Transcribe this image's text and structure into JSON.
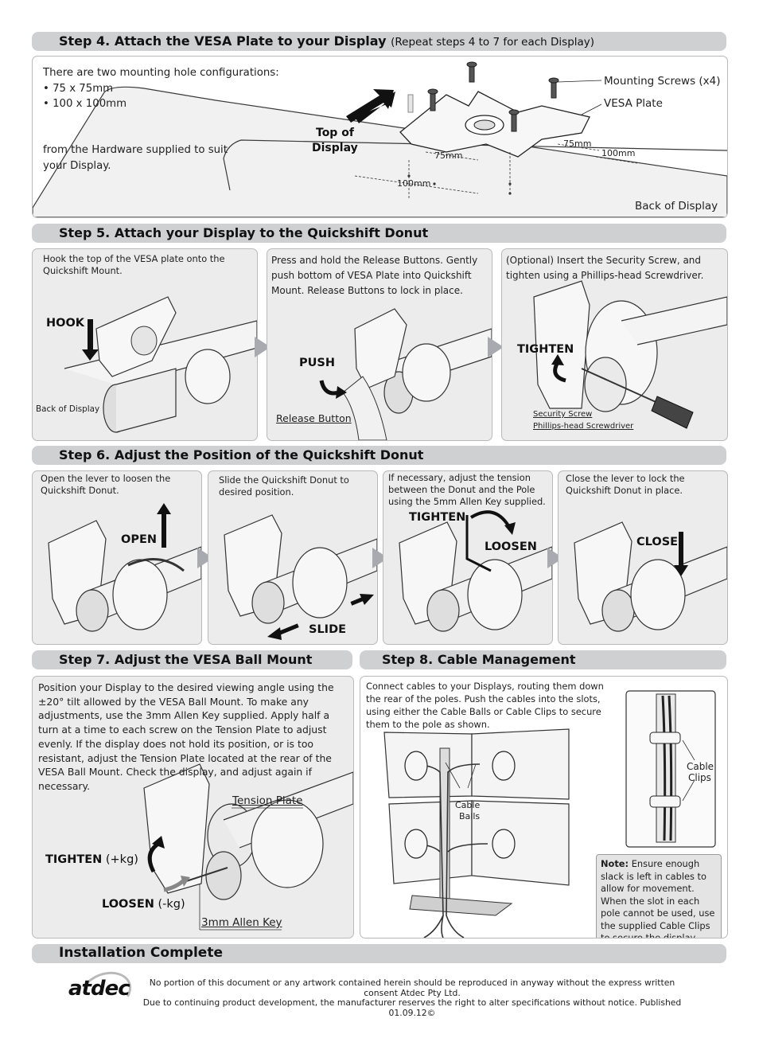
{
  "step4": {
    "title": "Step 4. Attach the VESA Plate to your Display",
    "subtitle": "(Repeat steps 4 to 7 for each Display)",
    "intro": "There are two mounting hole configurations:",
    "configs": [
      "• 75 x 75mm",
      "• 100 x 100mm"
    ],
    "hardware_line1": "from the Hardware supplied to suit",
    "hardware_line2": "your Display.",
    "top_of_display": "Top of",
    "top_of_display2": "Display",
    "mounting_screws": "Mounting Screws (x4)",
    "vesa_plate": "VESA Plate",
    "dim_75a": "75mm",
    "dim_75b": "75mm",
    "dim_100a": "100mm",
    "dim_100b": "100mm",
    "back_of_display": "Back of Display"
  },
  "step5": {
    "title": "Step 5. Attach your Display to the Quickshift Donut",
    "p1_text": "Hook the top of the VESA plate onto the Quickshift Mount.",
    "p1_action": "HOOK",
    "p1_caption": "Back of Display",
    "p2_text": "Press and hold the Release Buttons. Gently push bottom of VESA Plate into Quickshift Mount. Release Buttons to lock in place.",
    "p2_action": "PUSH",
    "p2_caption": "Release Button",
    "p3_text": "(Optional) Insert the Security Screw, and tighten using a Phillips-head Screwdriver.",
    "p3_action": "TIGHTEN",
    "p3_caption1": "Security Screw",
    "p3_caption2": "Phillips-head Screwdriver"
  },
  "step6": {
    "title": "Step 6. Adjust the Position of the Quickshift Donut",
    "p1_text": "Open the lever to loosen the Quickshift Donut.",
    "p1_action": "OPEN",
    "p2_text": "Slide the  Quickshift Donut to desired position.",
    "p2_action": "SLIDE",
    "p3_text": "If necessary, adjust the tension between the Donut and the Pole using the 5mm Allen Key supplied.",
    "p3_action1": "TIGHTEN",
    "p3_action2": "LOOSEN",
    "p4_text": "Close the lever to lock the Quickshift Donut in place.",
    "p4_action": "CLOSE"
  },
  "step7": {
    "title": "Step 7. Adjust the VESA Ball Mount",
    "text": "Position your Display to the desired viewing angle using the ±20° tilt allowed by the VESA Ball Mount. To make any adjustments, use the 3mm Allen Key supplied. Apply half a turn at a time to each screw on the Tension Plate to adjust evenly. If the display does not hold its position, or is too resistant, adjust the Tension Plate located at the rear of the VESA Ball Mount. Check the display, and adjust again if necessary.",
    "tension_plate": "Tension Plate",
    "tighten": "TIGHTEN",
    "tighten_suffix": " (+kg)",
    "loosen": "LOOSEN",
    "loosen_suffix": " (-kg)",
    "allen_key": "3mm Allen Key"
  },
  "step8": {
    "title": "Step 8. Cable Management",
    "text": "Connect cables to your Displays, routing them down the rear of the poles. Push the cables into the slots, using either the Cable Balls or Cable Clips to secure them to the pole as shown.",
    "cable_balls1": "Cable",
    "cable_balls2": "Balls",
    "cable_clips1": "Cable",
    "cable_clips2": "Clips",
    "note_label": "Note:",
    "note_text": " Ensure enough slack is left in cables to allow for movement. When the slot in each pole cannot be used, use the supplied Cable Clips to secure the display cables."
  },
  "complete": {
    "title": "Installation Complete"
  },
  "footer": {
    "logo": "atdec",
    "line1": "No portion of this document or any artwork contained herein should be reproduced in anyway without the express written consent Atdec Pty Ltd.",
    "line2": "Due to continuing product development, the manufacturer reserves the right to alter specifications without notice. Published 01.09.12©"
  }
}
